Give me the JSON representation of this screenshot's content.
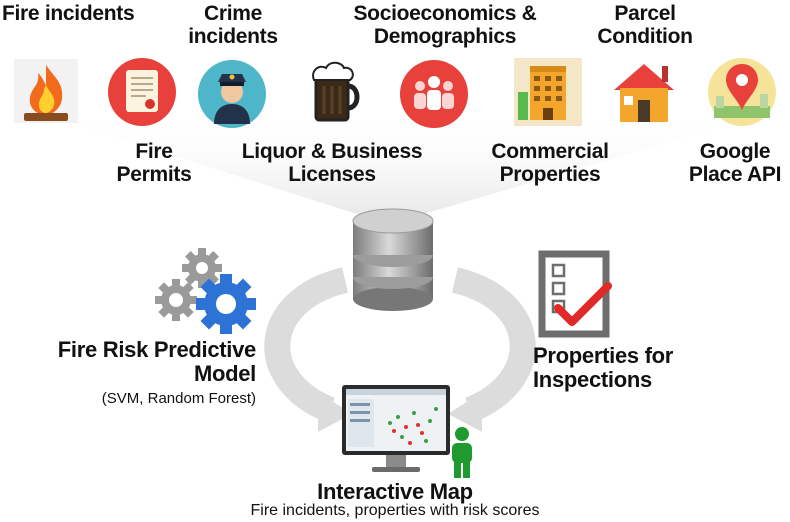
{
  "sources": {
    "fire_incidents": "Fire incidents",
    "fire_permits": "Fire Permits",
    "crime_incidents": "Crime incidents",
    "liquor_business": "Liquor & Business Licenses",
    "socioeconomics": "Socioeconomics & Demographics",
    "commercial_properties": "Commercial Properties",
    "parcel_condition": "Parcel Condition",
    "google_place_api": "Google Place API"
  },
  "model": {
    "title": "Fire Risk Predictive Model",
    "methods": "(SVM, Random Forest)"
  },
  "inspections": {
    "title": "Properties for Inspections"
  },
  "map": {
    "title": "Interactive Map",
    "subtitle": "Fire incidents, properties with risk scores"
  },
  "colors": {
    "fire_circle": "#f2f2f2",
    "permit_circle": "#e8413c",
    "crime_circle": "#4fb6c9",
    "liquor_circle": "#e8413c",
    "socio_circle": "#e8413c",
    "gear_blue": "#2d73d6",
    "gear_grey": "#9a9a9a",
    "check_red": "#e02a2a",
    "person_green": "#1f9a2f",
    "arrow_grey": "#dcdcdc"
  }
}
